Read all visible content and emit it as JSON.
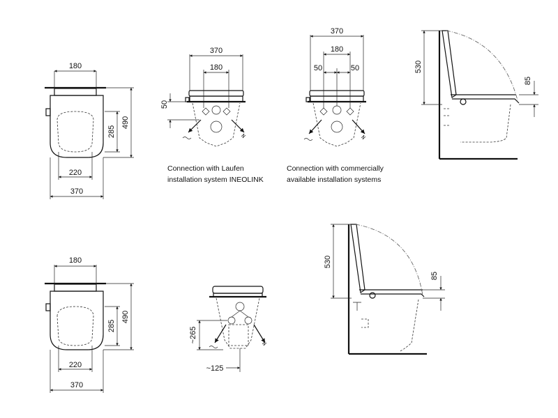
{
  "captions": {
    "ineolink_line1": "Connection with Laufen",
    "ineolink_line2": "installation system INEOLINK",
    "commercial_line1": "Connection with commercially",
    "commercial_line2": "available installation systems"
  },
  "dims": {
    "top1_w180": "180",
    "top1_h490": "490",
    "top1_h285": "285",
    "top1_w220": "220",
    "top1_w370": "370",
    "front1_w370": "370",
    "front1_w180": "180",
    "front1_h50": "50",
    "front2_w370": "370",
    "front2_w180": "180",
    "front2_w50a": "50",
    "front2_w50b": "50",
    "side1_h530": "530",
    "side1_h85": "85",
    "top2_w180": "180",
    "top2_h490": "490",
    "top2_h285": "285",
    "top2_w220": "220",
    "top2_w370": "370",
    "front3_h265": "~265",
    "front3_w125": "~125",
    "side2_h530": "530",
    "side2_h85": "85"
  }
}
